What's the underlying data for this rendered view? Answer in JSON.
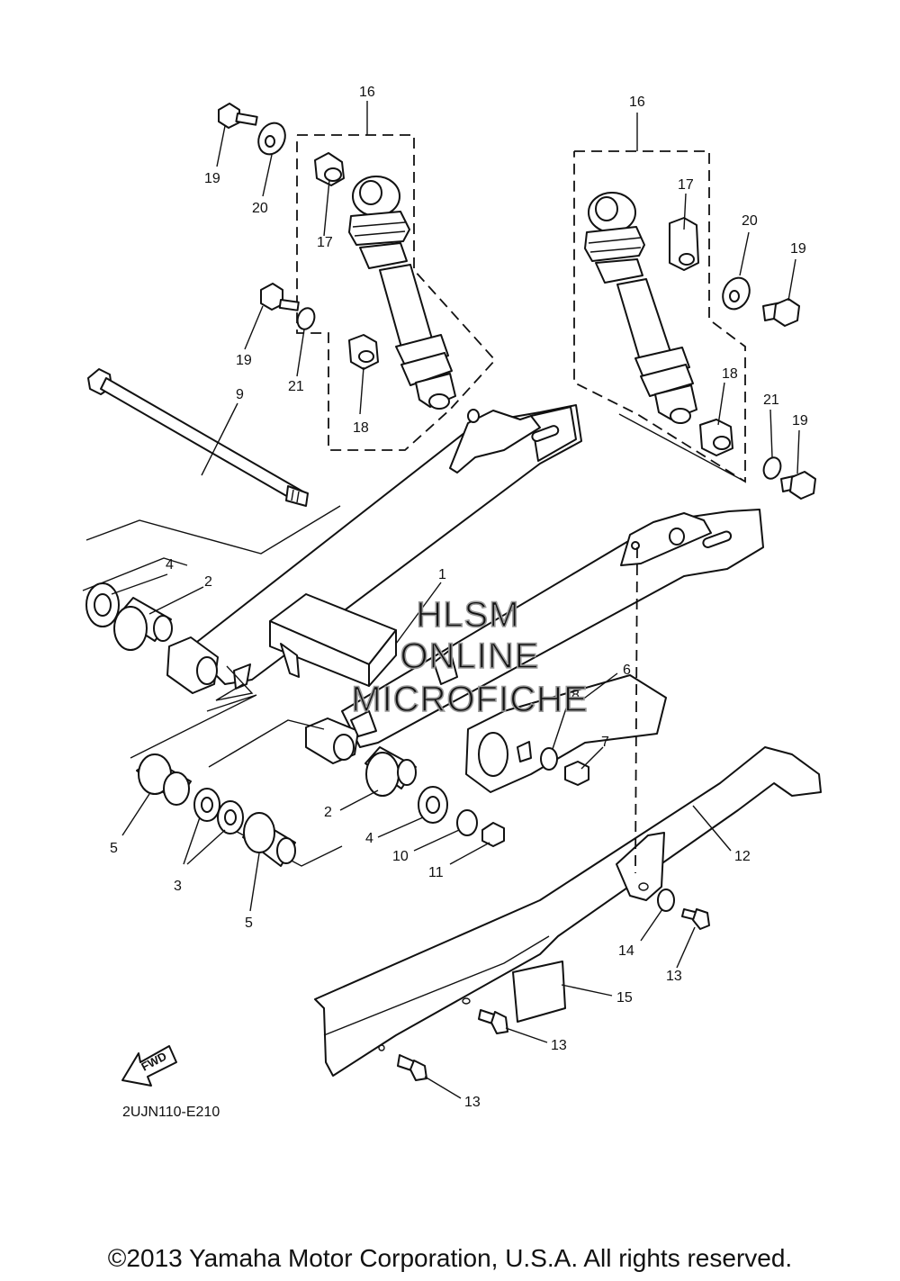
{
  "diagram_code": "2UJN110-E210",
  "fwd_label": "FWD",
  "copyright": "©2013 Yamaha Motor Corporation, U.S.A. All rights reserved.",
  "watermark": [
    "HLSM",
    "ONLINE",
    "MICROFICHE"
  ],
  "callouts": {
    "c16a": "16",
    "c16b": "16",
    "c17a": "17",
    "c17b": "17",
    "c18a": "18",
    "c18b": "18",
    "c19a": "19",
    "c19b": "19",
    "c19c": "19",
    "c19d": "19",
    "c20a": "20",
    "c20b": "20",
    "c21a": "21",
    "c21b": "21",
    "c9": "9",
    "c1": "1",
    "c4a": "4",
    "c4b": "4",
    "c2a": "2",
    "c2b": "2",
    "c5a": "5",
    "c5b": "5",
    "c3": "3",
    "c6": "6",
    "c7": "7",
    "c8": "8",
    "c10": "10",
    "c11": "11",
    "c12": "12",
    "c13a": "13",
    "c13b": "13",
    "c13c": "13",
    "c14": "14",
    "c15": "15"
  }
}
